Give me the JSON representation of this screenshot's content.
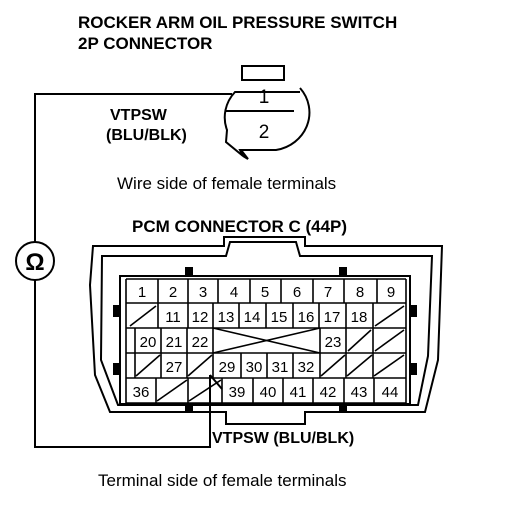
{
  "title_line1": "ROCKER ARM OIL PRESSURE SWITCH",
  "title_line2": "2P CONNECTOR",
  "switch_connector": {
    "signal_label": "VTPSW",
    "signal_wire": "(BLU/BLK)",
    "pins": [
      "1",
      "2"
    ]
  },
  "caption_wire_side": "Wire side of female terminals",
  "pcm_title": "PCM CONNECTOR C (44P)",
  "meter_symbol": "Ω",
  "pcm_cells": {
    "row1": [
      "1",
      "2",
      "3",
      "4",
      "5",
      "6",
      "7",
      "8",
      "9"
    ],
    "row2": [
      "11",
      "12",
      "13",
      "14",
      "15",
      "16",
      "17",
      "18"
    ],
    "row3": [
      "20",
      "21",
      "22",
      "23"
    ],
    "row4": [
      "27",
      "29",
      "30",
      "31",
      "32"
    ],
    "row5": [
      "36",
      "39",
      "40",
      "41",
      "42",
      "43",
      "44"
    ]
  },
  "pcm_signal_label": "VTPSW (BLU/BLK)",
  "caption_terminal_side": "Terminal side of female terminals"
}
